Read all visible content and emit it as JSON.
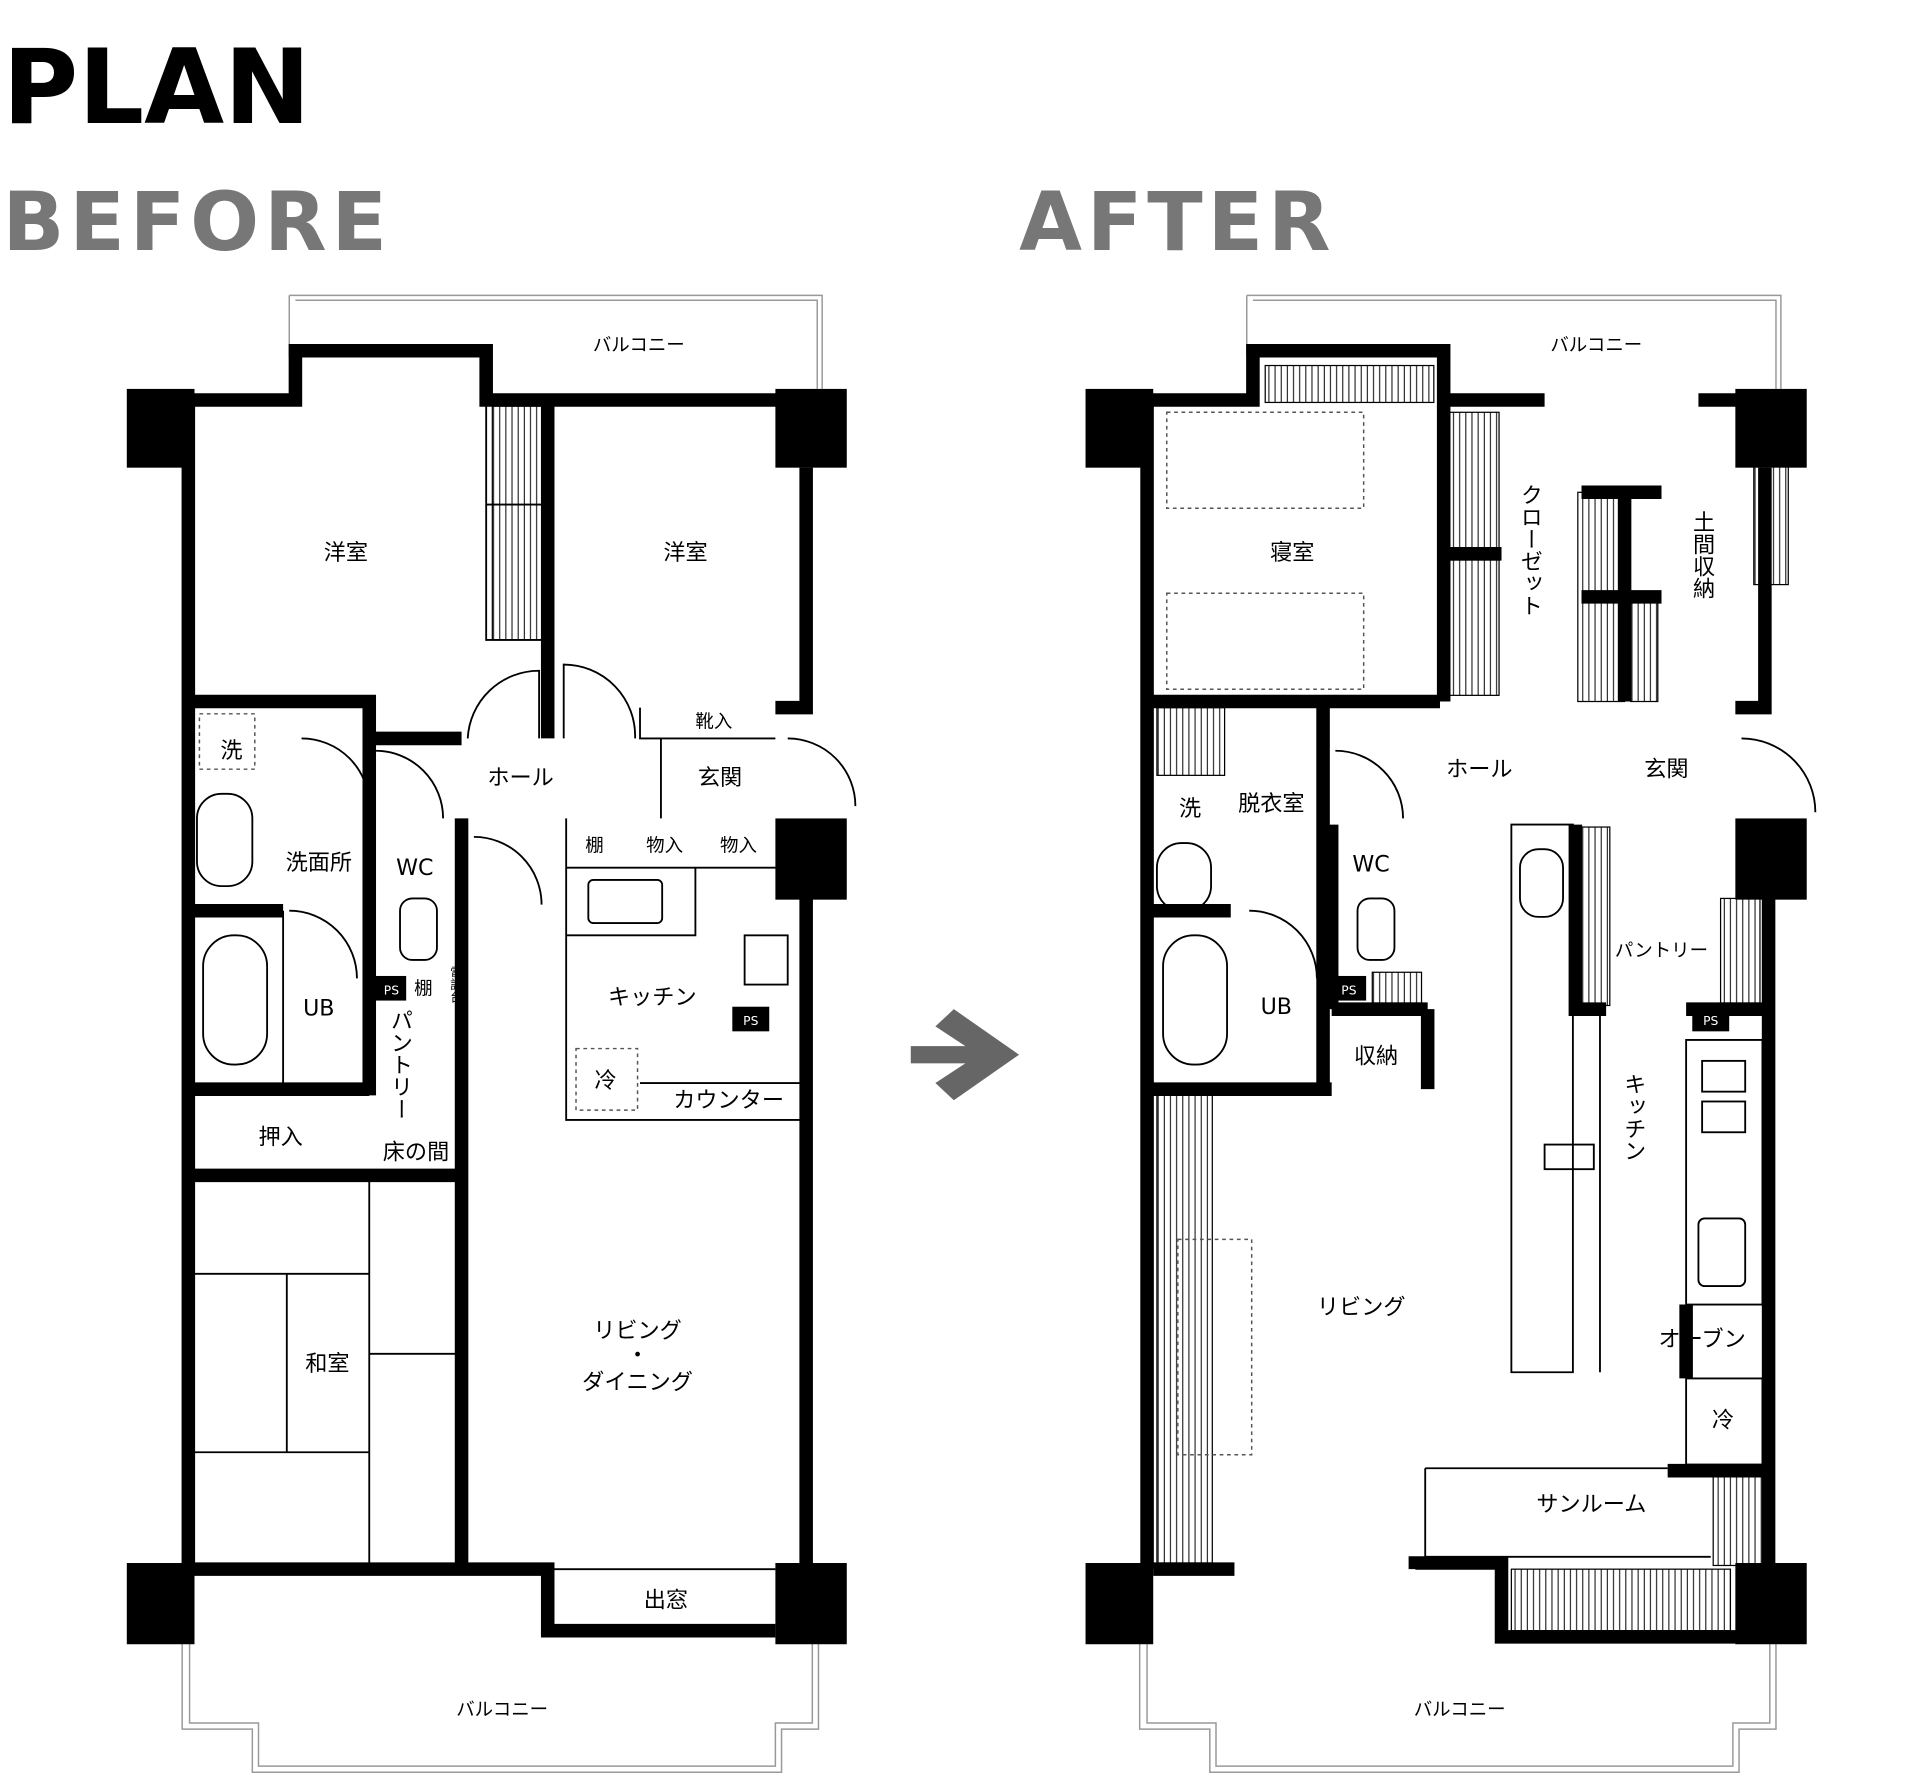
{
  "title": "PLAN",
  "before": {
    "heading": "BEFORE",
    "rooms": {
      "balcony_top": "バルコニー",
      "western1": "洋室",
      "western2": "洋室",
      "wash": "洗",
      "washroom": "洗面所",
      "hall": "ホール",
      "shoe": "靴入",
      "entrance": "玄関",
      "wc": "WC",
      "shelf": "棚",
      "storage1": "物入",
      "storage2": "物入",
      "ub": "UB",
      "ps1": "PS",
      "shelf2": "棚",
      "phone": "電話台",
      "pantry": "パントリー",
      "kitchen": "キッチン",
      "ps2": "PS",
      "fridge": "冷",
      "counter": "カウンター",
      "closet": "押入",
      "alcove": "床の間",
      "japanese": "和室",
      "living1": "リビング",
      "living_dot": "・",
      "living2": "ダイニング",
      "baywindow": "出窓",
      "balcony_bottom": "バルコニー"
    }
  },
  "after": {
    "heading": "AFTER",
    "rooms": {
      "balcony_top": "バルコニー",
      "bedroom": "寝室",
      "closet": "クローゼット",
      "doma": "土間収納",
      "wash": "洗",
      "dressing": "脱衣室",
      "hall": "ホール",
      "entrance": "玄関",
      "wc": "WC",
      "pantry": "パントリー",
      "ub": "UB",
      "ps1": "PS",
      "storage": "収納",
      "ps2": "PS",
      "kitchen": "キッチン",
      "living": "リビング",
      "oven": "オーブン",
      "fridge": "冷",
      "sunroom": "サンルーム",
      "balcony_bottom": "バルコニー"
    }
  },
  "arrow_icon": "right-arrow"
}
